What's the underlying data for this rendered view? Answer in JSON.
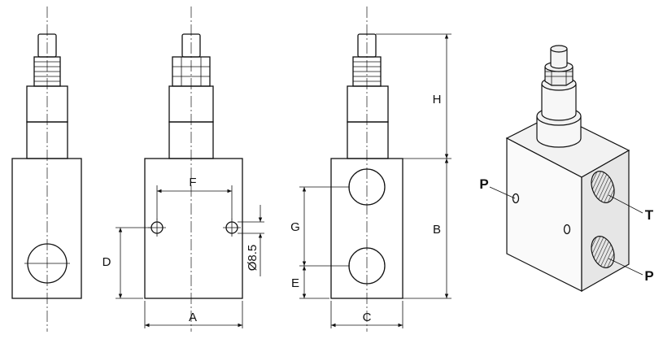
{
  "dimensions": {
    "a": "A",
    "b": "B",
    "c": "C",
    "d": "D",
    "e": "E",
    "f": "F",
    "g": "G",
    "h": "H",
    "hole": "Ø8.5"
  },
  "ports": {
    "p_left": "P",
    "t": "T",
    "p_right": "P"
  }
}
